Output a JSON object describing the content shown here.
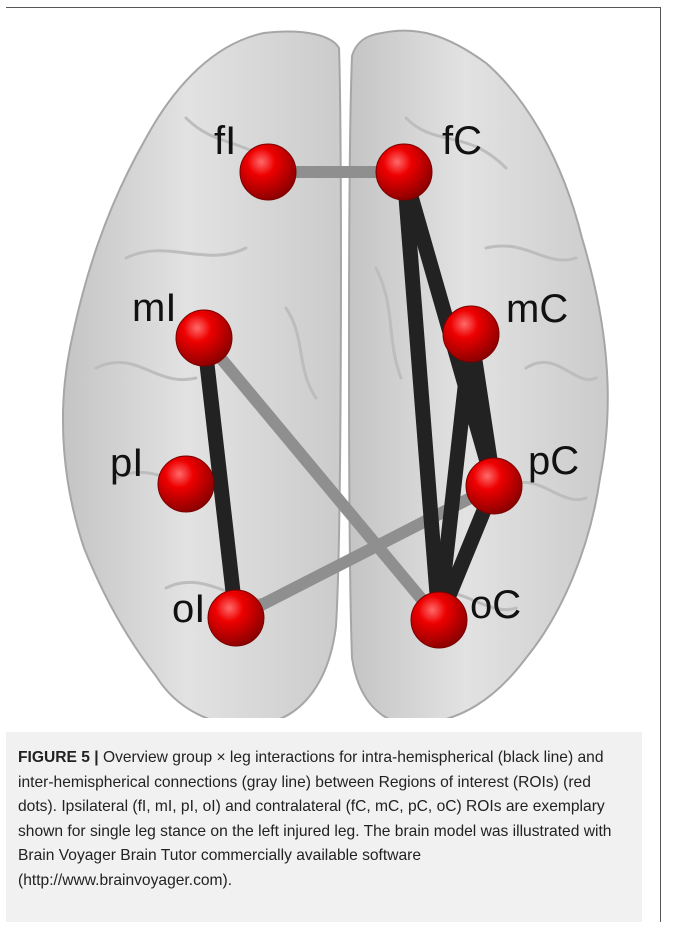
{
  "figure": {
    "nodes": [
      {
        "id": "fI",
        "label": "fI",
        "side": "ipsilateral"
      },
      {
        "id": "mI",
        "label": "mI",
        "side": "ipsilateral"
      },
      {
        "id": "pI",
        "label": "pI",
        "side": "ipsilateral"
      },
      {
        "id": "oI",
        "label": "oI",
        "side": "ipsilateral"
      },
      {
        "id": "fC",
        "label": "fC",
        "side": "contralateral"
      },
      {
        "id": "mC",
        "label": "mC",
        "side": "contralateral"
      },
      {
        "id": "pC",
        "label": "pC",
        "side": "contralateral"
      },
      {
        "id": "oC",
        "label": "oC",
        "side": "contralateral"
      }
    ],
    "connections": [
      {
        "from": "fI",
        "to": "fC",
        "type": "inter-hemispherical"
      },
      {
        "from": "mI",
        "to": "oC",
        "type": "inter-hemispherical"
      },
      {
        "from": "oI",
        "to": "pC",
        "type": "inter-hemispherical"
      },
      {
        "from": "mI",
        "to": "oI",
        "type": "intra-hemispherical"
      },
      {
        "from": "fC",
        "to": "oC",
        "type": "intra-hemispherical"
      },
      {
        "from": "fC",
        "to": "pC",
        "type": "intra-hemispherical"
      },
      {
        "from": "mC",
        "to": "pC",
        "type": "intra-hemispherical"
      },
      {
        "from": "mC",
        "to": "oC",
        "type": "intra-hemispherical"
      },
      {
        "from": "pC",
        "to": "oC",
        "type": "intra-hemispherical"
      }
    ],
    "colors": {
      "intra": "#222222",
      "inter": "#8f8f8f",
      "roi": "#e00000",
      "brain": "#d9d9d9"
    }
  },
  "caption": {
    "label": "FIGURE 5 |",
    "text": " Overview group × leg interactions for intra-hemispherical (black line) and inter-hemispherical connections (gray line) between Regions of interest (ROIs) (red dots). Ipsilateral (fI, mI, pI, oI) and contralateral (fC, mC, pC, oC) ROIs are exemplary shown for single leg stance on the left injured leg. The brain model was illustrated with Brain Voyager Brain Tutor commercially available software (http://www.brainvoyager.com)."
  }
}
